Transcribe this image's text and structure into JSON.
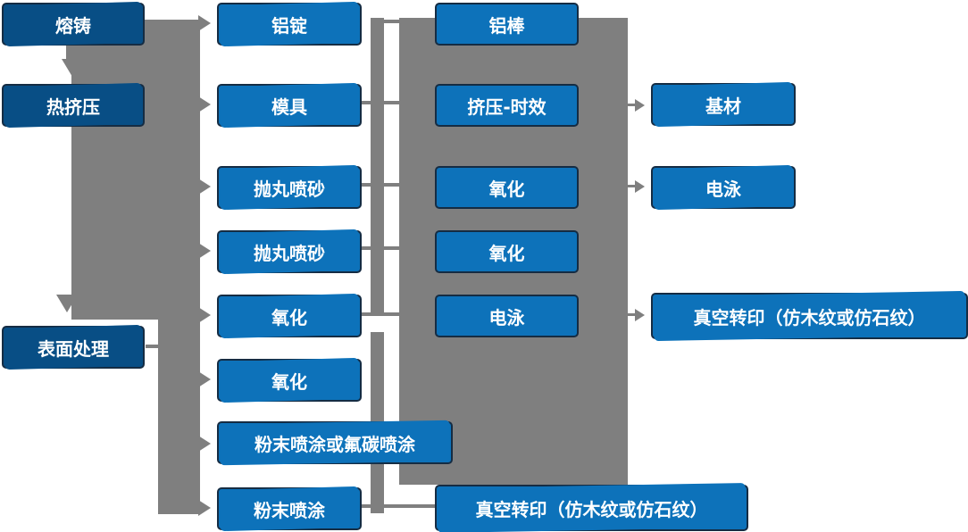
{
  "colors": {
    "node_blue": "#0d72ba",
    "node_dark_blue": "#084e85",
    "node_border": "#152c43",
    "connector_gray": "#7f7f7f",
    "text_color": "#ffffff"
  },
  "columns": {
    "stage": [
      "熔铸",
      "热挤压",
      "表面处理"
    ],
    "process": [
      "铝锭",
      "模具",
      "抛丸喷砂",
      "抛丸喷砂",
      "氧化",
      "氧化",
      "粉末喷涂或氟碳喷涂",
      "粉末喷涂"
    ],
    "treatment": [
      "铝棒",
      "挤压-时效",
      "氧化",
      "氧化",
      "电泳",
      "真空转印（仿木纹或仿石纹）"
    ],
    "finish": [
      "基材",
      "电泳",
      "真空转印（仿木纹或仿石纹）"
    ]
  }
}
